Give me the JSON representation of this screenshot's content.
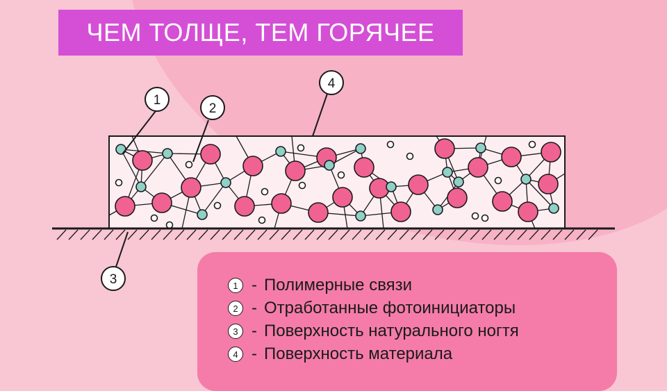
{
  "title": "ЧЕМ ТОЛЩЕ, ТЕМ ГОРЯЧЕЕ",
  "callouts": [
    "1",
    "2",
    "3",
    "4"
  ],
  "legend": [
    {
      "num": "1",
      "dash": "-",
      "text": "Полимерные связи"
    },
    {
      "num": "2",
      "dash": "-",
      "text": "Отработанные фотоинициаторы"
    },
    {
      "num": "3",
      "dash": "-",
      "text": "Поверхность натурального ногтя"
    },
    {
      "num": "4",
      "dash": "-",
      "text": "Поверхность материала"
    }
  ],
  "colors": {
    "background": "#f9c6d3",
    "background_shape": "#f7b2c6",
    "title_banner": "#d44fd6",
    "legend_box": "#f57ca8",
    "material_fill": "#fdeef2",
    "large_particle": "#f06292",
    "small_particle": "#8fd0c7",
    "outline": "#1a1a1a"
  }
}
